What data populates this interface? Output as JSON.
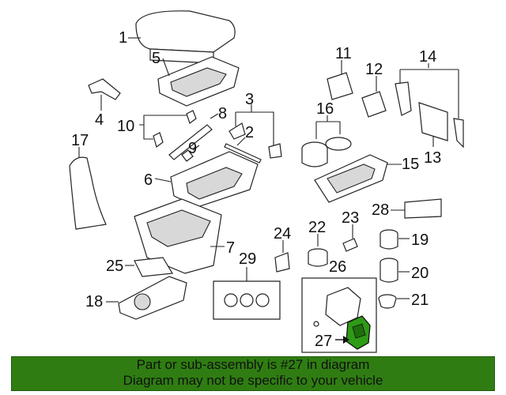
{
  "callouts": {
    "c1": "1",
    "c2": "2",
    "c3": "3",
    "c4": "4",
    "c5": "5",
    "c6": "6",
    "c7": "7",
    "c8": "8",
    "c9": "9",
    "c10": "10",
    "c11": "11",
    "c12": "12",
    "c13": "13",
    "c14": "14",
    "c15": "15",
    "c16": "16",
    "c17": "17",
    "c18": "18",
    "c19": "19",
    "c20": "20",
    "c21": "21",
    "c22": "22",
    "c23": "23",
    "c24": "24",
    "c25": "25",
    "c26": "26",
    "c27": "27",
    "c28": "28",
    "c29": "29"
  },
  "colors": {
    "highlight_part": "#2e9b16",
    "banner_bg": "#2f7d12"
  },
  "banner": {
    "line1": "Part or sub-assembly is #27 in diagram",
    "line2": "Diagram may not be specific to your vehicle"
  }
}
